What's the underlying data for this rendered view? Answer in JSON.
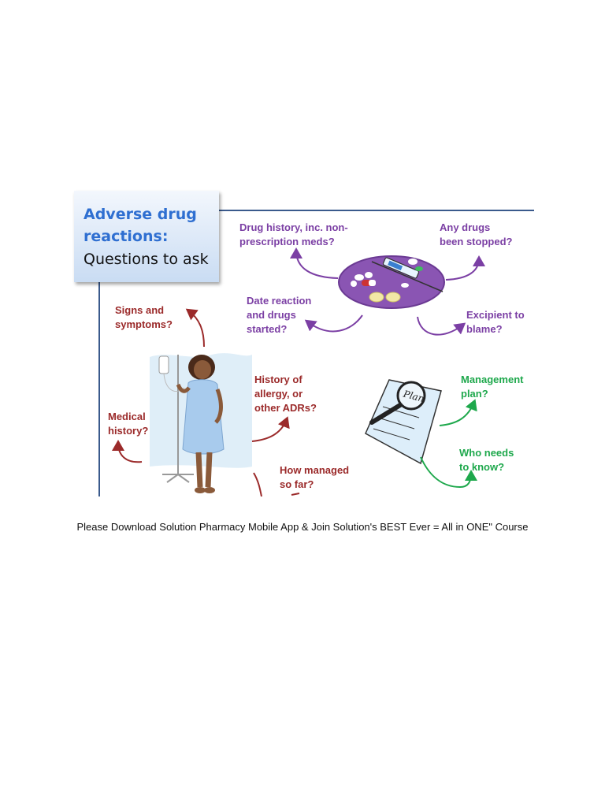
{
  "diagram": {
    "title_line1": "Adverse drug",
    "title_line2": "reactions:",
    "title_line3": "Questions to ask",
    "labels": {
      "drug_history_1": "Drug history, inc. non-",
      "drug_history_2": "prescription meds?",
      "drugs_stopped_1": "Any drugs",
      "drugs_stopped_2": "been stopped?",
      "date_reaction_1": "Date reaction",
      "date_reaction_2": "and drugs",
      "date_reaction_3": "started?",
      "excipient_1": "Excipient to",
      "excipient_2": "blame?",
      "signs_1": "Signs and",
      "signs_2": "symptoms?",
      "allergy_1": "History of",
      "allergy_2": "allergy, or",
      "allergy_3": "other ADRs?",
      "medical_1": "Medical",
      "medical_2": "history?",
      "managed_1": "How managed",
      "managed_2": "so far?",
      "management_1": "Management",
      "management_2": "plan?",
      "who_1": "Who needs",
      "who_2": "to know?"
    },
    "plan_word": "Plan"
  },
  "caption": "Please Download Solution Pharmacy Mobile App & Join Solution's BEST Ever = All in ONE\" Course",
  "colors": {
    "purple": "#7b3fa4",
    "red": "#9b2a2a",
    "green": "#1ea84c",
    "title_blue": "#2f6fd1",
    "line_blue": "#3a5a8c"
  }
}
